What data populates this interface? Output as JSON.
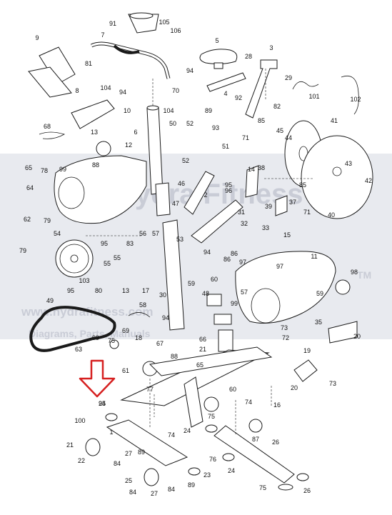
{
  "diagram": {
    "watermark": {
      "brand": "Hydra Fitness",
      "trademark": "TM",
      "url": "www.hydrafitness.com",
      "tagline": "Diagrams, Parts, Manuals"
    },
    "callout_label": "24",
    "labels": [
      "91",
      "105",
      "106",
      "7",
      "5",
      "9",
      "81",
      "28",
      "3",
      "94",
      "70",
      "29",
      "104",
      "4",
      "92",
      "8",
      "101",
      "102",
      "94",
      "104",
      "10",
      "89",
      "82",
      "85",
      "41",
      "50",
      "52",
      "93",
      "6",
      "45",
      "44",
      "68",
      "13",
      "12",
      "51",
      "71",
      "52",
      "43",
      "65",
      "78",
      "99",
      "88",
      "14",
      "38",
      "46",
      "2",
      "96",
      "42",
      "64",
      "79",
      "95",
      "85",
      "37",
      "71",
      "62",
      "79",
      "54",
      "47",
      "31",
      "39",
      "40",
      "80",
      "56",
      "57",
      "32",
      "33",
      "15",
      "95",
      "53",
      "55",
      "83",
      "95",
      "94",
      "86",
      "55",
      "11",
      "103",
      "60",
      "97",
      "86",
      "97",
      "98",
      "13",
      "17",
      "59",
      "59",
      "57",
      "99",
      "35",
      "30",
      "94",
      "48",
      "49",
      "58",
      "66",
      "69",
      "18",
      "73",
      "72",
      "99",
      "63",
      "75",
      "67",
      "21",
      "20",
      "19",
      "61",
      "65",
      "88",
      "77",
      "60",
      "74",
      "20",
      "73",
      "16",
      "95",
      "100",
      "24",
      "75",
      "1",
      "87",
      "74",
      "21",
      "22",
      "84",
      "27",
      "89",
      "26",
      "76",
      "23",
      "24",
      "75",
      "25",
      "84",
      "27",
      "84",
      "89",
      "26",
      "24"
    ]
  }
}
